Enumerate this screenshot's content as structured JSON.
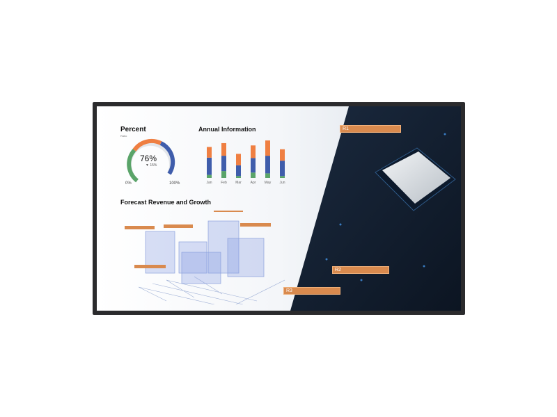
{
  "percent": {
    "title": "Percent",
    "subtitle": "Ratio",
    "value": "76%",
    "change": "▼ 15%",
    "min": "0%",
    "max": "100%",
    "fill": 0.76
  },
  "annual": {
    "title": "Annual Information"
  },
  "forecast": {
    "title": "Forecast Revenue and Growth"
  },
  "tags": [
    "R1",
    "R2",
    "R3"
  ],
  "chart_data": {
    "type": "bar",
    "categories": [
      "Jan",
      "Feb",
      "Mar",
      "Apr",
      "May",
      "Jun"
    ],
    "series": [
      {
        "values": [
          8,
          18,
          5,
          14,
          12,
          5
        ]
      },
      {
        "values": [
          45,
          40,
          28,
          38,
          46,
          40
        ]
      },
      {
        "values": [
          28,
          33,
          30,
          33,
          40,
          30
        ]
      }
    ],
    "colors": [
      "#5aa469",
      "#3f5dab",
      "#ef7f42"
    ]
  }
}
